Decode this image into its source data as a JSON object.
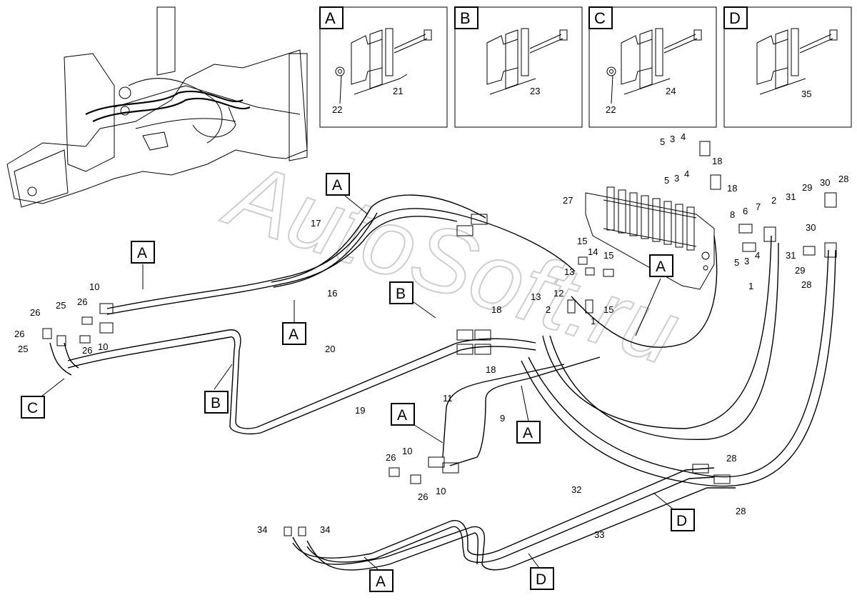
{
  "watermark": "AutoSoft.ru",
  "details": [
    {
      "letter": "A",
      "parts": [
        "21",
        "22"
      ]
    },
    {
      "letter": "B",
      "parts": [
        "23"
      ]
    },
    {
      "letter": "C",
      "parts": [
        "24",
        "22"
      ]
    },
    {
      "letter": "D",
      "parts": [
        "35"
      ]
    }
  ],
  "callouts": {
    "A": "A",
    "B": "B",
    "C": "C",
    "D": "D"
  },
  "part_numbers": {
    "p1": "1",
    "p2": "2",
    "p3": "3",
    "p4": "4",
    "p5": "5",
    "p6": "6",
    "p7": "7",
    "p8": "8",
    "p9": "9",
    "p10": "10",
    "p11": "11",
    "p12": "12",
    "p13": "13",
    "p14": "14",
    "p15": "15",
    "p16": "16",
    "p17": "17",
    "p18": "18",
    "p19": "19",
    "p20": "20",
    "p25": "25",
    "p26": "26",
    "p27": "27",
    "p28": "28",
    "p29": "29",
    "p30": "30",
    "p31": "31",
    "p32": "32",
    "p33": "33",
    "p34": "34"
  }
}
